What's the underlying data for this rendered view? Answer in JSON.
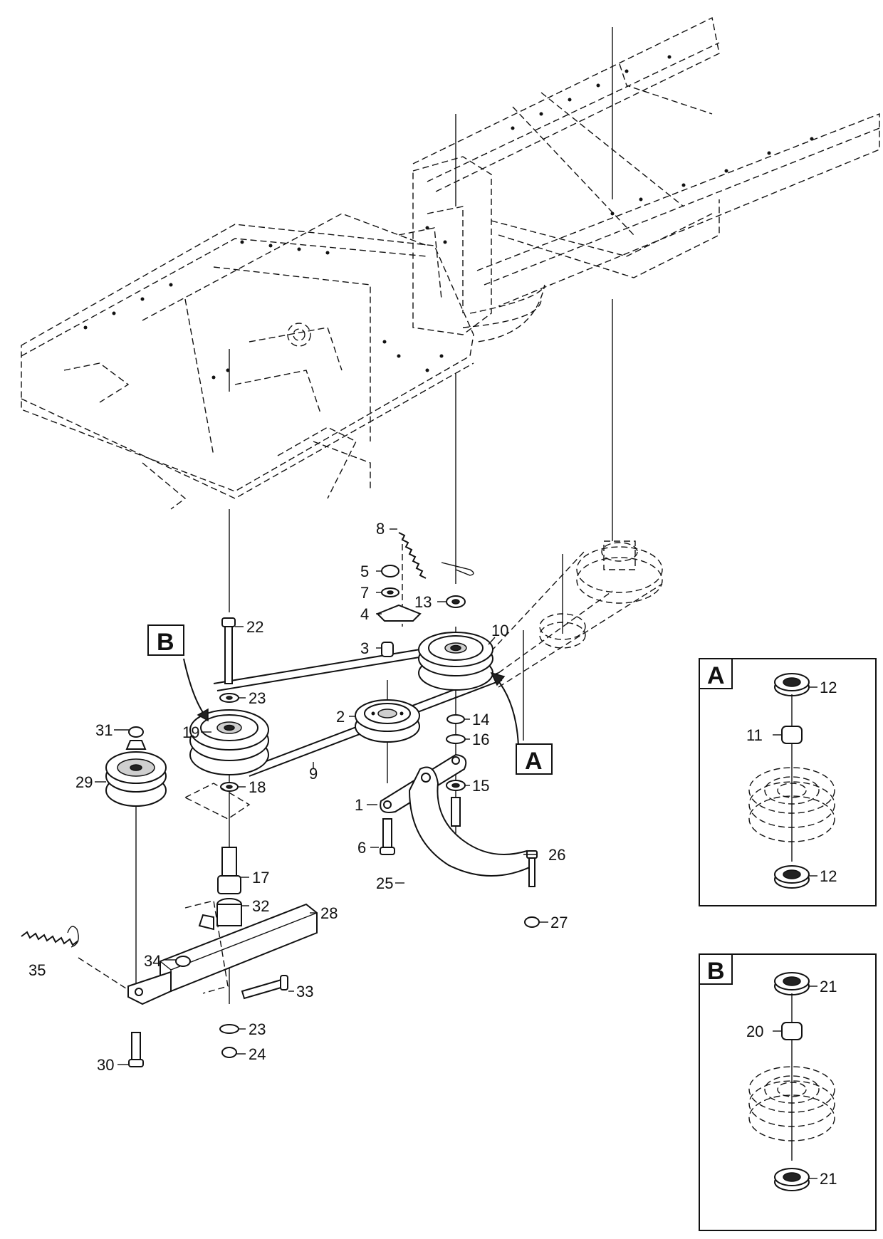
{
  "detail_boxes": [
    {
      "id": "A",
      "label": "A"
    },
    {
      "id": "B",
      "label": "B"
    }
  ],
  "callouts": {
    "c1": "1",
    "c2": "2",
    "c3": "3",
    "c4": "4",
    "c5": "5",
    "c6": "6",
    "c7": "7",
    "c8": "8",
    "c9": "9",
    "c10": "10",
    "c11": "11",
    "c12a": "12",
    "c12b": "12",
    "c13": "13",
    "c14": "14",
    "c15": "15",
    "c16": "16",
    "c17": "17",
    "c18": "18",
    "c19": "19",
    "c20": "20",
    "c21a": "21",
    "c21b": "21",
    "c22": "22",
    "c23a": "23",
    "c23b": "23",
    "c24": "24",
    "c25": "25",
    "c26": "26",
    "c27": "27",
    "c28": "28",
    "c29": "29",
    "c30": "30",
    "c31": "31",
    "c32": "32",
    "c33": "33",
    "c34": "34",
    "c35": "35"
  },
  "pointer_labels": {
    "A": "A",
    "B": "B"
  }
}
